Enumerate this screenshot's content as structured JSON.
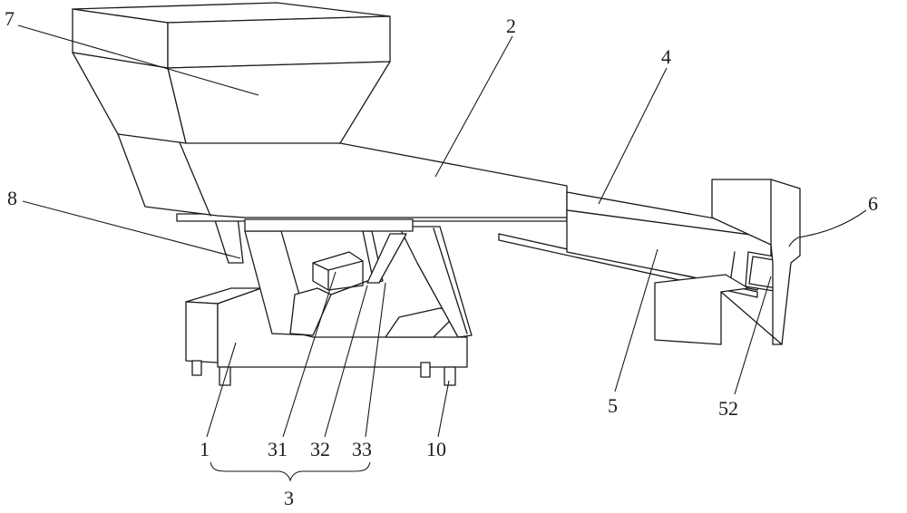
{
  "labels": {
    "l7": "7",
    "l2": "2",
    "l4": "4",
    "l6": "6",
    "l8": "8",
    "l5": "5",
    "l52": "52",
    "l1": "1",
    "l31": "31",
    "l32": "32",
    "l33": "33",
    "l10": "10",
    "l3": "3"
  }
}
